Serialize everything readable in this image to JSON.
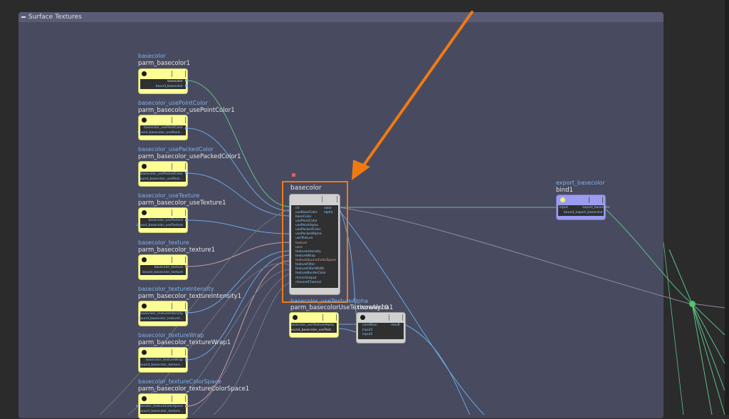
{
  "network_box": {
    "title": "Surface Textures"
  },
  "param_nodes": [
    {
      "category": "basecolor",
      "name": "parm_basecolor1",
      "outputs": [
        "basecolor",
        "bound_basecolor"
      ]
    },
    {
      "category": "basecolor_usePointColor",
      "name": "parm_basecolor_usePointColor1",
      "outputs": [
        "basecolor_usePointColor",
        "bound_basecolor_usePoint..."
      ]
    },
    {
      "category": "basecolor_usePackedColor",
      "name": "parm_basecolor_usePackedColor1",
      "outputs": [
        "basecolor_usePackedColor",
        "bound_basecolor_usePack..."
      ]
    },
    {
      "category": "basecolor_useTexture",
      "name": "parm_basecolor_useTexture1",
      "outputs": [
        "basecolor_useTexture",
        "bound_basecolor_useTexture"
      ]
    },
    {
      "category": "basecolor_texture",
      "name": "parm_basecolor_texture1",
      "outputs": [
        "basecolor_texture",
        "bound_basecolor_texture"
      ]
    },
    {
      "category": "basecolor_textureIntensity",
      "name": "parm_basecolor_textureIntensity1",
      "outputs": [
        "basecolor_textureIntensity",
        "bound_basecolor_textureI..."
      ]
    },
    {
      "category": "basecolor_textureWrap",
      "name": "parm_basecolor_textureWrap1",
      "outputs": [
        "basecolor_textureWrap",
        "bound_basecolor_texture..."
      ]
    },
    {
      "category": "basecolor_textureColorSpace",
      "name": "parm_basecolor_textureColorSpace1",
      "outputs": [
        "basecolor_textureColorSpace",
        "bound_basecolor_texture..."
      ]
    }
  ],
  "main_node": {
    "name": "basecolor",
    "inputs": [
      "clr",
      "useBaseColor",
      "baseColor",
      "usePointColor",
      "usePointAlpha",
      "usePackedColor",
      "usePackedAlpha",
      "useTexture",
      "texture",
      "uvrs",
      "textureIntensity",
      "textureWrap",
      "textureSourceColorSpace",
      "textureFilter",
      "textureFilterWidth",
      "textureBorderColor",
      "mirrorOutput",
      "channelChannel"
    ],
    "outputs": [
      "color",
      "alpha"
    ]
  },
  "alpha_node": {
    "category": "basecolor_useTextureAlpha",
    "name": "parm_basecolorUseTextureAlpha1",
    "outputs": [
      "basecolor_useTextureAlpha",
      "bound_basecolor_useText..."
    ]
  },
  "switch_node": {
    "name": "twoway10",
    "inputs": [
      "condition",
      "input1",
      "input2"
    ],
    "outputs": [
      "result"
    ]
  },
  "export_node": {
    "category": "export_basecolor",
    "name": "bind1",
    "inputs": [
      "input"
    ],
    "outputs": [
      "export_basecolor",
      "bound_export_basecolor"
    ]
  },
  "colors": {
    "annotation_arrow": "#f07a12",
    "param_node": "#fdfd96",
    "export_node": "#9b9bf0",
    "network_bg": "#484a5f"
  }
}
